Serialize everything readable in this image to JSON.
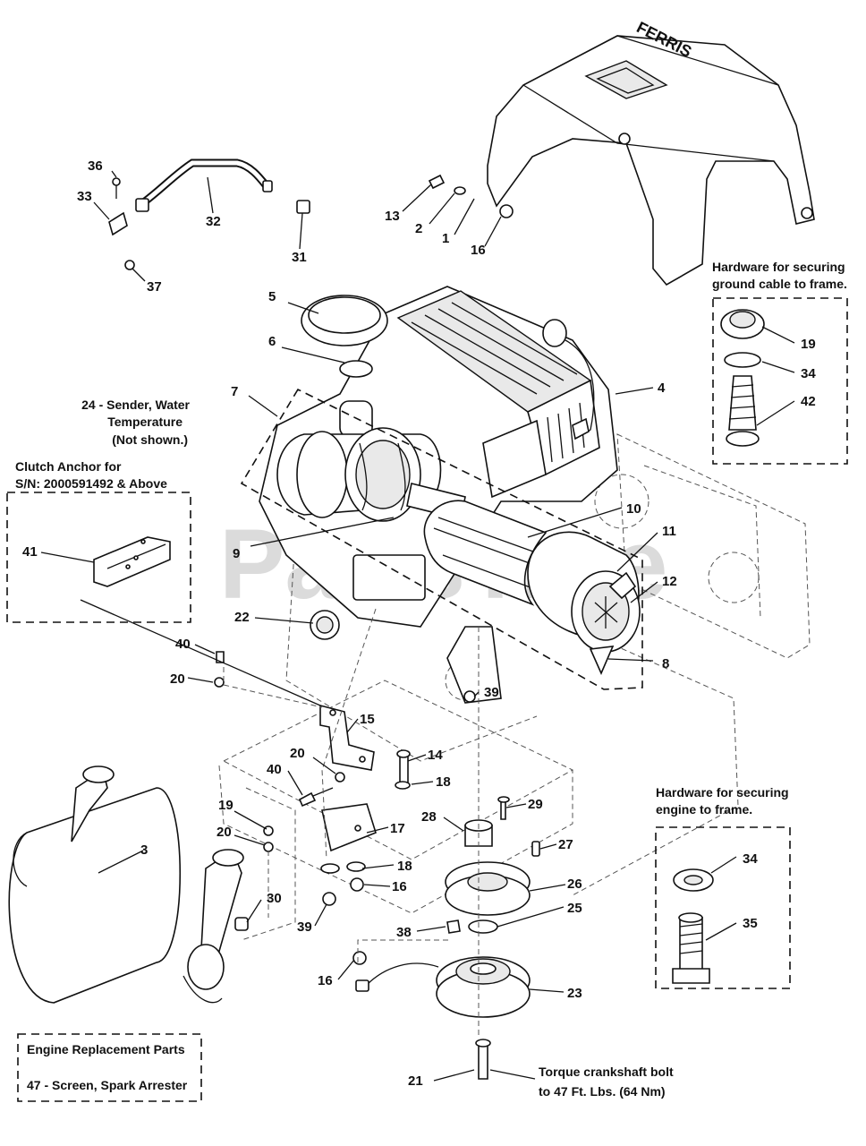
{
  "watermark": "PartsTree",
  "brand_label": "FERRIS",
  "callouts": {
    "c36": "36",
    "c33": "33",
    "c32": "32",
    "c31": "31",
    "c37": "37",
    "c13": "13",
    "c2": "2",
    "c1": "1",
    "c16a": "16",
    "c5": "5",
    "c6": "6",
    "c7": "7",
    "c4": "4",
    "c19a": "19",
    "c34a": "34",
    "c42": "42",
    "c10": "10",
    "c11": "11",
    "c12": "12",
    "c9": "9",
    "c8": "8",
    "c41": "41",
    "c22": "22",
    "c40a": "40",
    "c20a": "20",
    "c39a": "39",
    "c15": "15",
    "c20b": "20",
    "c14": "14",
    "c40b": "40",
    "c18a": "18",
    "c29": "29",
    "c28": "28",
    "c17": "17",
    "c27": "27",
    "c19b": "19",
    "c20c": "20",
    "c3": "3",
    "c30": "30",
    "c18b": "18",
    "c16b": "16",
    "c26": "26",
    "c39b": "39",
    "c25": "25",
    "c38": "38",
    "c16c": "16",
    "c23": "23",
    "c34b": "34",
    "c35": "35",
    "c21": "21"
  },
  "notes": {
    "ground_title_1": "Hardware for securing",
    "ground_title_2": "ground cable to frame.",
    "sender_1": "24 - Sender, Water",
    "sender_2": "Temperature",
    "sender_3": "(Not shown.)",
    "clutch_1": "Clutch Anchor for",
    "clutch_2": "S/N: 2000591492 & Above",
    "engine_hw_1": "Hardware for securing",
    "engine_hw_2": "engine to frame.",
    "replacement_1": "Engine Replacement Parts",
    "replacement_2": "47 - Screen, Spark Arrester",
    "torque_1": "Torque crankshaft bolt",
    "torque_2": "to 47 Ft. Lbs. (64 Nm)"
  }
}
